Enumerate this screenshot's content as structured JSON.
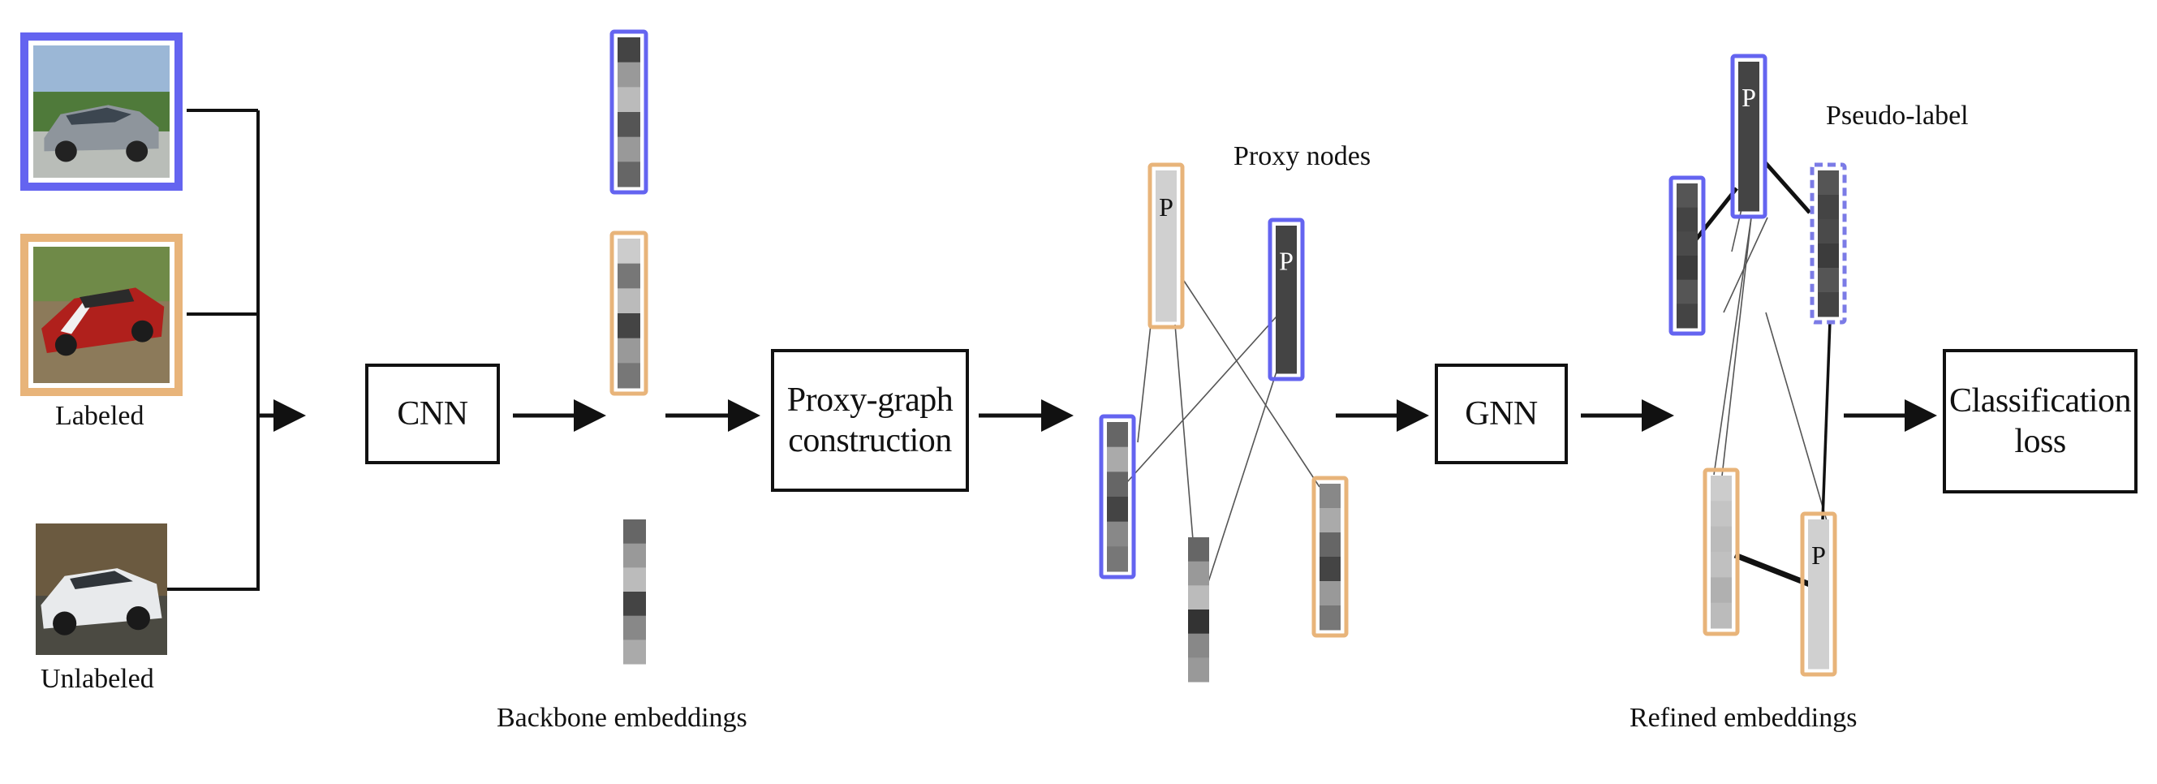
{
  "inputs": {
    "labeled_caption": "Labeled",
    "unlabeled_caption": "Unlabeled"
  },
  "boxes": {
    "cnn": "CNN",
    "proxy_graph_line1": "Proxy-graph",
    "proxy_graph_line2": "construction",
    "gnn": "GNN",
    "loss_line1": "Classification",
    "loss_line2": "loss"
  },
  "captions": {
    "backbone": "Backbone embeddings",
    "proxy_nodes": "Proxy nodes",
    "refined": "Refined embeddings",
    "pseudo_label": "Pseudo-label"
  },
  "proxy_marker": "P",
  "colors": {
    "blue": "#6464f0",
    "orange": "#e8b47a",
    "dark": "#111111"
  }
}
